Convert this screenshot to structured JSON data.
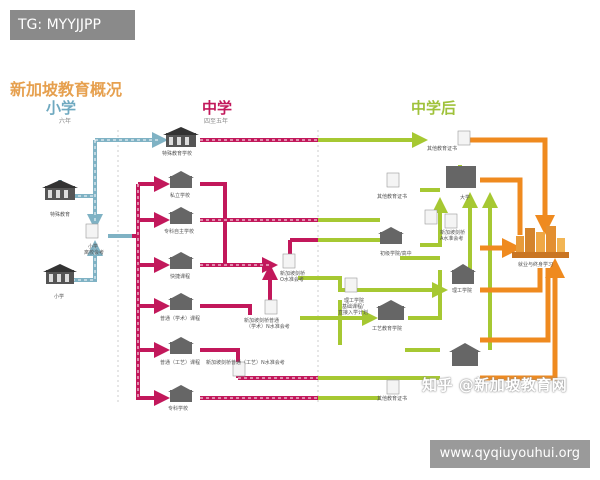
{
  "tag": "TG: MYYJJPP",
  "title": "新加坡教育概况",
  "stages": {
    "primary": {
      "label": "小学",
      "sub": "六年"
    },
    "secondary": {
      "label": "中学",
      "sub": "四至五年"
    },
    "post": {
      "label": "中学后"
    }
  },
  "nodes": {
    "special_primary": "特殊教育",
    "primary": "小学",
    "psle": "小学",
    "psle2": "离校会考",
    "special_school": "特殊教育学校",
    "private": "私立学校",
    "specialized_ind": "专科自主学校",
    "express": "快捷课程",
    "normal_acad": "普通（学术）课程",
    "normal_tech": "普通（工艺）课程",
    "specialized": "专科学校",
    "o_level": "新加坡剑桥",
    "o_level2": "O水准会考",
    "n_acad": "新加坡剑桥普通",
    "n_acad2": "（学术）N水准会考",
    "n_tech": "新加坡剑桥普通（工艺）N水准会考",
    "a_level": "新加坡剑桥",
    "a_level2": "A水准会考",
    "jc": "初级学院/高中",
    "other_cert_top": "其他教育证书",
    "other_cert_mid": "其他教育证书",
    "other_cert_bot": "其他教育证书",
    "university": "大学",
    "poly": "理工学院",
    "poly_foundation": "理工学院",
    "poly_foundation2": "基础课程/",
    "poly_foundation3": "直接入学计划",
    "ite": "工艺教育学院",
    "employment": "就业与终身学习"
  },
  "watermarks": {
    "zhihu": "知乎 @新加坡教育网",
    "site": "www.qyqiuyouhui.org"
  },
  "colors": {
    "primary_path": "#7fb2c4",
    "secondary_path": "#c2185b",
    "post_path": "#a6c832",
    "employ_path": "#ef8a1f",
    "title": "#e6a04f"
  }
}
